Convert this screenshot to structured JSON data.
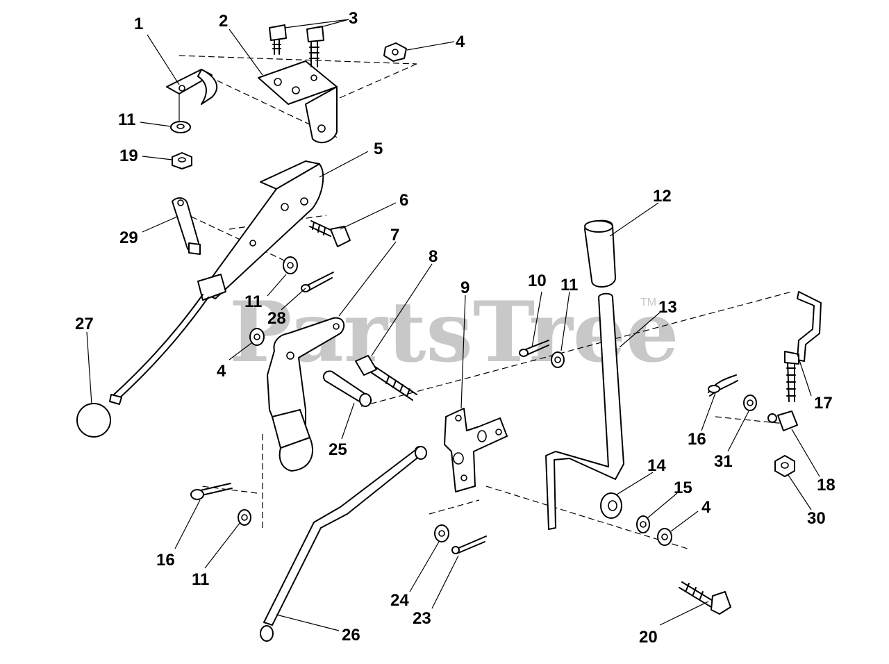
{
  "watermark": {
    "text": "PartsTree",
    "mark": "TM"
  },
  "callouts": [
    "1",
    "2",
    "3",
    "4",
    "5",
    "6",
    "7",
    "8",
    "9",
    "10",
    "11",
    "12",
    "13",
    "14",
    "15",
    "16",
    "17",
    "18",
    "19",
    "20",
    "23",
    "24",
    "25",
    "26",
    "27",
    "28",
    "29",
    "30",
    "31"
  ],
  "parts": [
    {
      "name": "small-bracket"
    },
    {
      "name": "mounting-bracket"
    },
    {
      "name": "bolts"
    },
    {
      "name": "nut"
    },
    {
      "name": "lever-arm"
    },
    {
      "name": "shoulder-bolt"
    },
    {
      "name": "pedal-arm"
    },
    {
      "name": "bolt"
    },
    {
      "name": "bracket-plate"
    },
    {
      "name": "cotter-pin"
    },
    {
      "name": "washer"
    },
    {
      "name": "handle-grip"
    },
    {
      "name": "lift-handle"
    },
    {
      "name": "spacer"
    },
    {
      "name": "flat-washer"
    },
    {
      "name": "hairpin-clip"
    },
    {
      "name": "lift-rod"
    },
    {
      "name": "ferrule"
    },
    {
      "name": "jam-nut"
    },
    {
      "name": "hex-bolt"
    },
    {
      "name": "cotter-pin-small"
    },
    {
      "name": "washer-small"
    },
    {
      "name": "pivot-pin"
    },
    {
      "name": "link-rod"
    },
    {
      "name": "knob"
    },
    {
      "name": "cotter-pin-arm"
    },
    {
      "name": "lever-link"
    },
    {
      "name": "nut-rod"
    },
    {
      "name": "washer-rod"
    }
  ]
}
